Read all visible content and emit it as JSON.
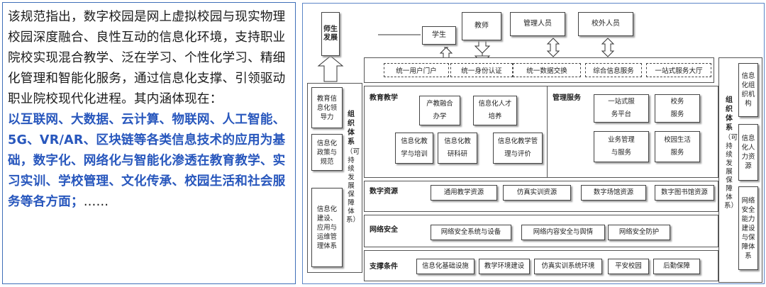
{
  "left_text": {
    "intro": "该规范指出，数字校园是网上虚拟校园与现实物理校园深度融合、良性互动的信息化环境，支持职业院校实现混合教学、泛在学习、个性化学习、精细化管理和智能化服务，通过信息化支撑、引领驱动职业院校现代化进程。其内涵体现在：",
    "highlight": "以互联网、大数据、云计算、物联网、人工智能、5G、VR/AR、区块链等各类信息技术的应用为基础，数字化、网络化与智能化渗透在教育教学、实习实训、学校管理、文化传承、校园生活和社会服务等各方面；",
    "ellipsis": "……"
  },
  "diagram": {
    "teacher_student_dev": "师生发展",
    "users": {
      "student": "学生",
      "teacher": "教师",
      "admin": "管理人员",
      "external": "校外人员"
    },
    "unified_services": [
      "统一用户门户",
      "统一身份认证",
      "统一数据交换",
      "综合信息服务",
      "一站式服务大厅"
    ],
    "left_org": {
      "items": [
        "教育信息化领导力",
        "信息化政策与规范",
        "信息化建设、应用与运维管理体系"
      ],
      "title": "组织体系",
      "subtitle": "（可持续发展保障体系）"
    },
    "right_org": {
      "items": [
        "信息化组织机构",
        "信息化人力资源",
        "网络安全能力建设与保障体系"
      ],
      "title": "组织体系",
      "subtitle": "（可持续发展保障体系）"
    },
    "teaching": {
      "title": "教育教学",
      "items": [
        "产教融合办学",
        "信息化人才培养",
        "信息化教学与培训",
        "信息化教研科研",
        "信息化教学管理与评价"
      ]
    },
    "management": {
      "title": "管理服务",
      "items": [
        "一站式服务平台",
        "校务服务",
        "业务管理与服务",
        "校园生活服务"
      ]
    },
    "digital_resources": {
      "title": "数字资源",
      "items": [
        "通用教学资源",
        "仿真实训资源",
        "数字场馆资源",
        "数字图书馆资源"
      ]
    },
    "network_security": {
      "title": "网络安全",
      "items": [
        "网络安全系统与设备",
        "网络内容安全与舆情",
        "网络安全防护"
      ]
    },
    "support": {
      "title": "支撑条件",
      "items": [
        "信息化基础设施",
        "教学环境建设",
        "仿真实训系统环境",
        "平安校园",
        "后勤保障"
      ]
    }
  }
}
